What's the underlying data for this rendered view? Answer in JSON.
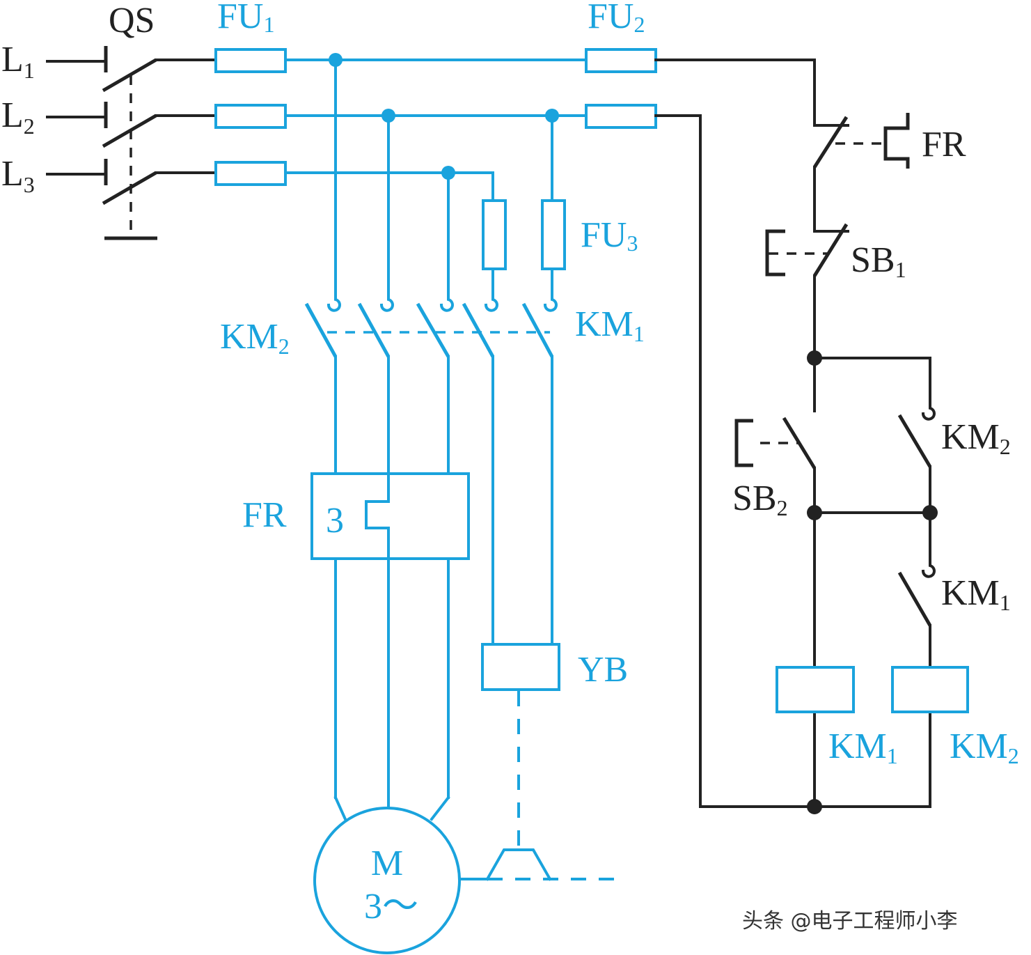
{
  "colors": {
    "power_circuit": "#1aa3dd",
    "control_circuit": "#222222"
  },
  "labels": {
    "qs": "QS",
    "l1": "L",
    "l1_sub": "1",
    "l2": "L",
    "l2_sub": "2",
    "l3": "L",
    "l3_sub": "3",
    "fu1": "FU",
    "fu1_sub": "1",
    "fu2": "FU",
    "fu2_sub": "2",
    "fu3": "FU",
    "fu3_sub": "3",
    "km2_main": "KM",
    "km2_main_sub": "2",
    "km1_main": "KM",
    "km1_main_sub": "1",
    "fr_main": "FR",
    "fr_three": "3",
    "yb": "YB",
    "motor_m": "M",
    "motor_phase": "3～",
    "fr_ctrl": "FR",
    "sb1": "SB",
    "sb1_sub": "1",
    "sb2": "SB",
    "sb2_sub": "2",
    "km2_aux": "KM",
    "km2_aux_sub": "2",
    "km1_aux": "KM",
    "km1_aux_sub": "1",
    "km1_coil": "KM",
    "km1_coil_sub": "1",
    "km2_coil": "KM",
    "km2_coil_sub": "2"
  },
  "watermark": "头条 @电子工程师小李"
}
